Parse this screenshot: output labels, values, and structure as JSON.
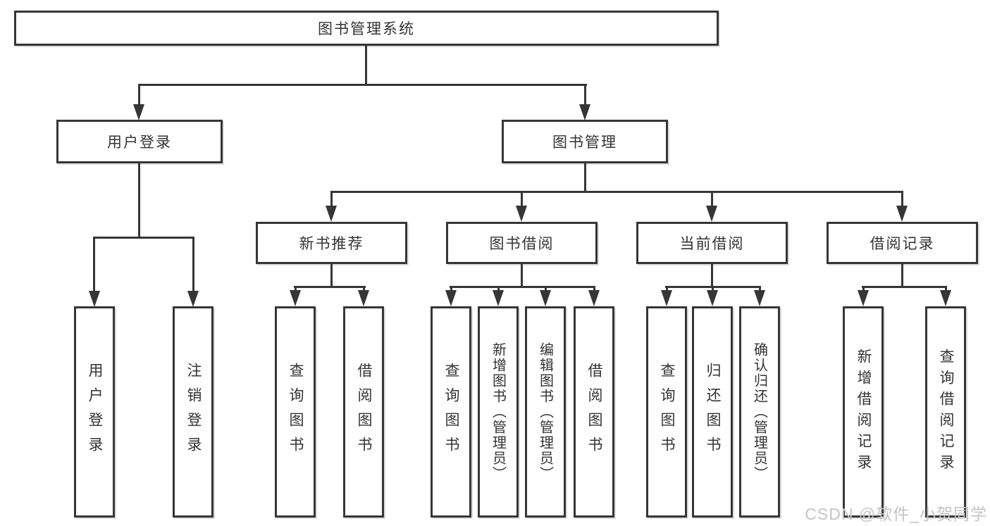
{
  "page": {
    "background": "#ffffff"
  },
  "colors": {
    "line": "#363636",
    "box_border": "#363636",
    "box_background": "#ffffff",
    "text": "#333333",
    "watermark": "#c9c2c2"
  },
  "watermark": {
    "text": "CSDN @软件_小贺同学"
  },
  "tree": {
    "root": {
      "label": "图书管理系统",
      "children": [
        {
          "label": "用户登录",
          "children": [
            {
              "label": "用户登录"
            },
            {
              "label": "注销登录"
            }
          ]
        },
        {
          "label": "图书管理",
          "children": [
            {
              "label": "新书推荐",
              "children": [
                {
                  "label": "查询图书"
                },
                {
                  "label": "借阅图书"
                }
              ]
            },
            {
              "label": "图书借阅",
              "children": [
                {
                  "label": "查询图书"
                },
                {
                  "label": "新增图书（管理员）"
                },
                {
                  "label": "编辑图书（管理员）"
                },
                {
                  "label": "借阅图书"
                }
              ]
            },
            {
              "label": "当前借阅",
              "children": [
                {
                  "label": "查询图书"
                },
                {
                  "label": "归还图书"
                },
                {
                  "label": "确认归还（管理员）"
                }
              ]
            },
            {
              "label": "借阅记录",
              "children": [
                {
                  "label": "新增借阅记录"
                },
                {
                  "label": "查询借阅记录"
                }
              ]
            }
          ]
        }
      ]
    }
  }
}
